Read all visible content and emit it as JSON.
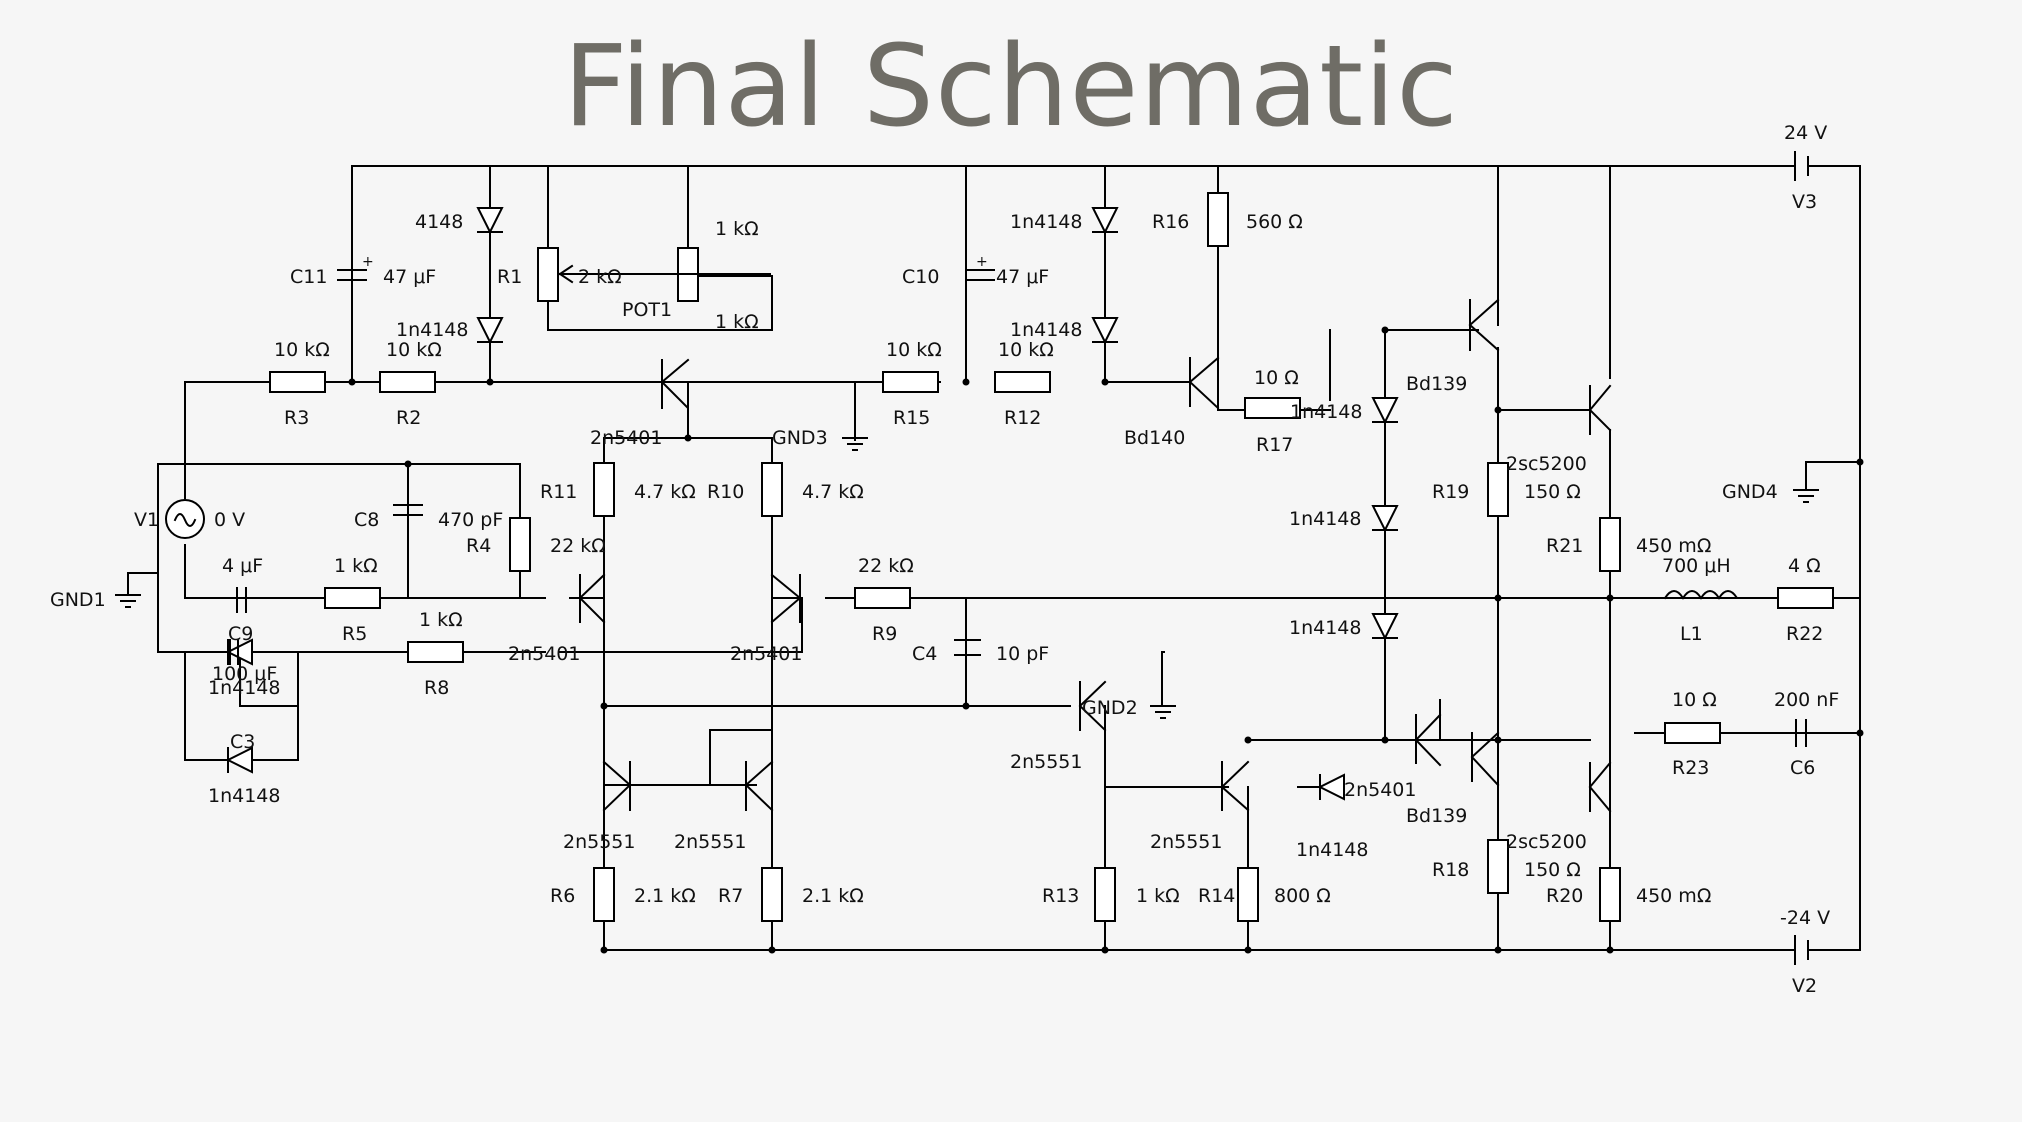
{
  "title": "Final Schematic",
  "labels": [
    {
      "t": "24 V"
    },
    {
      "t": "V3"
    },
    {
      "t": "4148"
    },
    {
      "t": "1 kΩ"
    },
    {
      "t": "C11"
    },
    {
      "t": "47 μF"
    },
    {
      "t": "R1"
    },
    {
      "t": "2 kΩ"
    },
    {
      "t": "POT1"
    },
    {
      "t": "1 kΩ"
    },
    {
      "t": "1n4148"
    },
    {
      "t": "10 kΩ"
    },
    {
      "t": "10 kΩ"
    },
    {
      "t": "R3"
    },
    {
      "t": "R2"
    },
    {
      "t": "2n5401"
    },
    {
      "t": "GND3"
    },
    {
      "t": "1n4148"
    },
    {
      "t": "R16"
    },
    {
      "t": "560 Ω"
    },
    {
      "t": "C10"
    },
    {
      "t": "47 μF"
    },
    {
      "t": "1n4148"
    },
    {
      "t": "10 kΩ"
    },
    {
      "t": "10 kΩ"
    },
    {
      "t": "R15"
    },
    {
      "t": "R12"
    },
    {
      "t": "10 Ω"
    },
    {
      "t": "1n4148"
    },
    {
      "t": "Bd140"
    },
    {
      "t": "R17"
    },
    {
      "t": "Bd139"
    },
    {
      "t": "V1"
    },
    {
      "t": "0 V"
    },
    {
      "t": "C8"
    },
    {
      "t": "470 pF"
    },
    {
      "t": "R11"
    },
    {
      "t": "4.7 kΩ"
    },
    {
      "t": "R10"
    },
    {
      "t": "4.7 kΩ"
    },
    {
      "t": "R4"
    },
    {
      "t": "22 kΩ"
    },
    {
      "t": "R19"
    },
    {
      "t": "2sc5200"
    },
    {
      "t": "150 Ω"
    },
    {
      "t": "GND4"
    },
    {
      "t": "1n4148"
    },
    {
      "t": "R21"
    },
    {
      "t": "450 mΩ"
    },
    {
      "t": "700 μH"
    },
    {
      "t": "4 Ω"
    },
    {
      "t": "GND1"
    },
    {
      "t": "4 μF"
    },
    {
      "t": "1 kΩ"
    },
    {
      "t": "22 kΩ"
    },
    {
      "t": "L1"
    },
    {
      "t": "R22"
    },
    {
      "t": "C9"
    },
    {
      "t": "R5"
    },
    {
      "t": "1 kΩ"
    },
    {
      "t": "R9"
    },
    {
      "t": "1n4148"
    },
    {
      "t": "100 μF"
    },
    {
      "t": "1n4148"
    },
    {
      "t": "2n5401"
    },
    {
      "t": "2n5401"
    },
    {
      "t": "C4"
    },
    {
      "t": "10 pF"
    },
    {
      "t": "R8"
    },
    {
      "t": "GND2"
    },
    {
      "t": "10 Ω"
    },
    {
      "t": "200 nF"
    },
    {
      "t": "C3"
    },
    {
      "t": "2n5551"
    },
    {
      "t": "R23"
    },
    {
      "t": "C6"
    },
    {
      "t": "1n4148"
    },
    {
      "t": "2n5401"
    },
    {
      "t": "Bd139"
    },
    {
      "t": "2n5551"
    },
    {
      "t": "2n5551"
    },
    {
      "t": "2n5551"
    },
    {
      "t": "1n4148"
    },
    {
      "t": "2sc5200"
    },
    {
      "t": "150 Ω"
    },
    {
      "t": "R18"
    },
    {
      "t": "R6"
    },
    {
      "t": "2.1 kΩ"
    },
    {
      "t": "R7"
    },
    {
      "t": "2.1 kΩ"
    },
    {
      "t": "R13"
    },
    {
      "t": "1 kΩ"
    },
    {
      "t": "R14"
    },
    {
      "t": "800 Ω"
    },
    {
      "t": "R20"
    },
    {
      "t": "450 mΩ"
    },
    {
      "t": "-24 V"
    },
    {
      "t": "V2"
    }
  ]
}
